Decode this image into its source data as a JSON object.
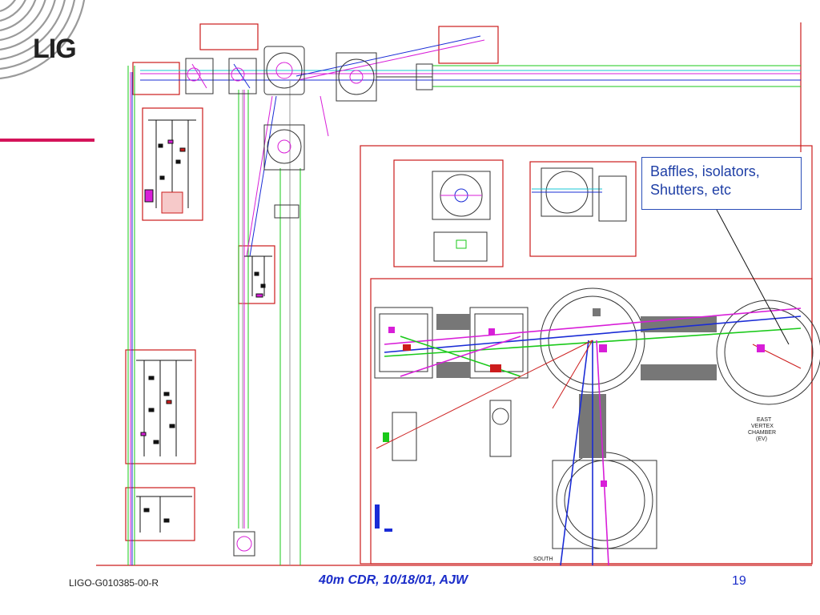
{
  "logo": {
    "text": "LIG",
    "accent_color": "#d4145a",
    "icon": "ligo-rings-icon"
  },
  "callout": {
    "line1": "Baffles, isolators,",
    "line2": "Shutters, etc"
  },
  "drawing_labels": {
    "east_vertex_chamber_1": "EAST",
    "east_vertex_chamber_2": "VERTEX",
    "east_vertex_chamber_3": "CHAMBER",
    "east_vertex_chamber_4": "(EV)",
    "south": "SOUTH"
  },
  "footer": {
    "doc_id": "LIGO-G010385-00-R",
    "title": "40m CDR, 10/18/01, AJW",
    "page": "19"
  },
  "colors": {
    "frame_red": "#cc1c1c",
    "beam_blue": "#1a2cd6",
    "beam_cyan": "#19c7d6",
    "beam_green": "#19c919",
    "beam_magenta": "#d81ed8",
    "callout_blue": "#1f3fa6"
  }
}
